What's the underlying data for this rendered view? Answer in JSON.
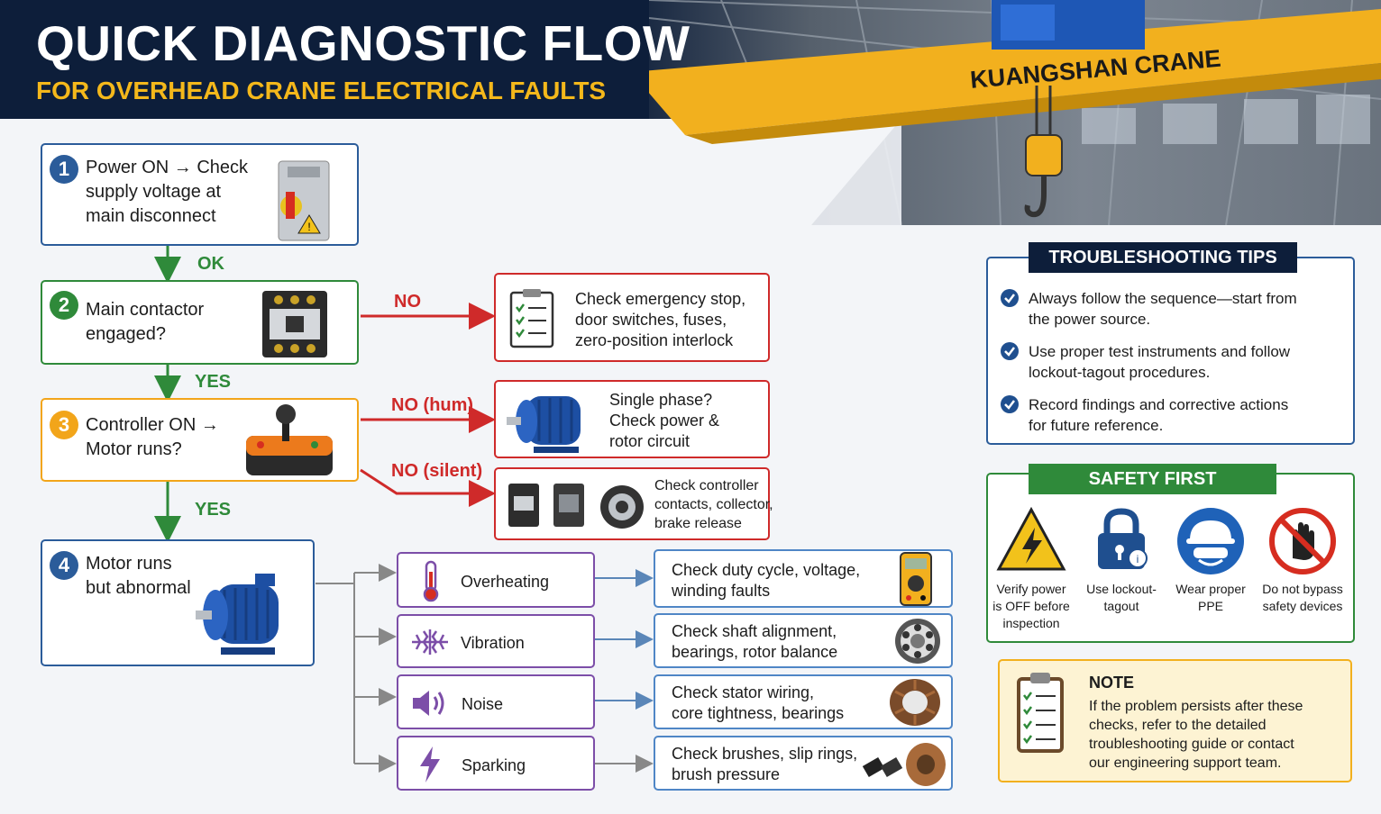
{
  "header": {
    "title": "QUICK DIAGNOSTIC FLOW",
    "subtitle": "FOR OVERHEAD CRANE ELECTRICAL FAULTS",
    "crane_label": "KUANGSHAN CRANE"
  },
  "steps": [
    {
      "number": "1",
      "lines": [
        "Power ON → Check",
        "supply voltage at",
        "main disconnect"
      ],
      "icon": "disconnect-switch-icon"
    },
    {
      "number": "2",
      "lines": [
        "Main contactor",
        "engaged?"
      ],
      "icon": "contactor-icon"
    },
    {
      "number": "3",
      "lines": [
        "Controller ON →",
        "Motor runs?"
      ],
      "icon": "joystick-controller-icon"
    },
    {
      "number": "4",
      "lines": [
        "Motor runs",
        "but abnormal"
      ],
      "icon": "electric-motor-icon"
    }
  ],
  "connectors": {
    "ok": "OK",
    "yes_1": "YES",
    "yes_2": "YES",
    "no": "NO",
    "no_hum": "NO (hum)",
    "no_silent": "NO (silent)"
  },
  "branches": {
    "no_contactor": {
      "lines": [
        "Check emergency stop,",
        "door switches, fuses,",
        "zero-position interlock"
      ],
      "icon": "checklist-icon"
    },
    "no_hum": {
      "lines": [
        "Single phase?",
        "Check power &",
        "rotor circuit"
      ],
      "icon": "electric-motor-icon"
    },
    "no_silent": {
      "lines": [
        "Check controller",
        "contacts, collector,",
        "brake release"
      ],
      "icon": "contacts-brake-icon"
    }
  },
  "symptoms": [
    {
      "label": "Overheating",
      "icon": "thermometer-icon",
      "check": [
        "Check duty cycle, voltage,",
        "winding faults"
      ],
      "check_icon": "multimeter-icon"
    },
    {
      "label": "Vibration",
      "icon": "vibration-icon",
      "check": [
        "Check shaft alignment,",
        "bearings, rotor balance"
      ],
      "check_icon": "bearing-icon"
    },
    {
      "label": "Noise",
      "icon": "speaker-icon",
      "check": [
        "Check stator wiring,",
        "core tightness, bearings"
      ],
      "check_icon": "stator-icon"
    },
    {
      "label": "Sparking",
      "icon": "lightning-icon",
      "check": [
        "Check brushes, slip rings,",
        "brush pressure"
      ],
      "check_icon": "brush-slipring-icon"
    }
  ],
  "tips": {
    "title": "TROUBLESHOOTING TIPS",
    "items": [
      [
        "Always follow the sequence—start from",
        "the power source."
      ],
      [
        "Use proper test instruments and follow",
        "lockout-tagout procedures."
      ],
      [
        "Record findings and corrective actions",
        "for future reference."
      ]
    ]
  },
  "safety": {
    "title": "SAFETY FIRST",
    "items": [
      {
        "lines": [
          "Verify power",
          "is OFF before",
          "inspection"
        ],
        "icon": "high-voltage-warning-icon"
      },
      {
        "lines": [
          "Use lockout-",
          "tagout"
        ],
        "icon": "padlock-icon"
      },
      {
        "lines": [
          "Wear proper",
          "PPE"
        ],
        "icon": "hard-hat-goggles-icon"
      },
      {
        "lines": [
          "Do not bypass",
          "safety devices"
        ],
        "icon": "no-hand-icon"
      }
    ]
  },
  "note": {
    "title": "NOTE",
    "lines": [
      "If the problem persists after these",
      "checks, refer to the detailed",
      "troubleshooting guide or contact",
      "our engineering support team."
    ],
    "icon": "clipboard-icon"
  },
  "colors": {
    "navy": "#0d1e3a",
    "accent_yellow": "#f4b81b",
    "blue": "#2b5c9a",
    "green": "#2f8a3a",
    "orange": "#f2a51a",
    "red": "#cf2a2a",
    "purple": "#7c4ea8"
  }
}
